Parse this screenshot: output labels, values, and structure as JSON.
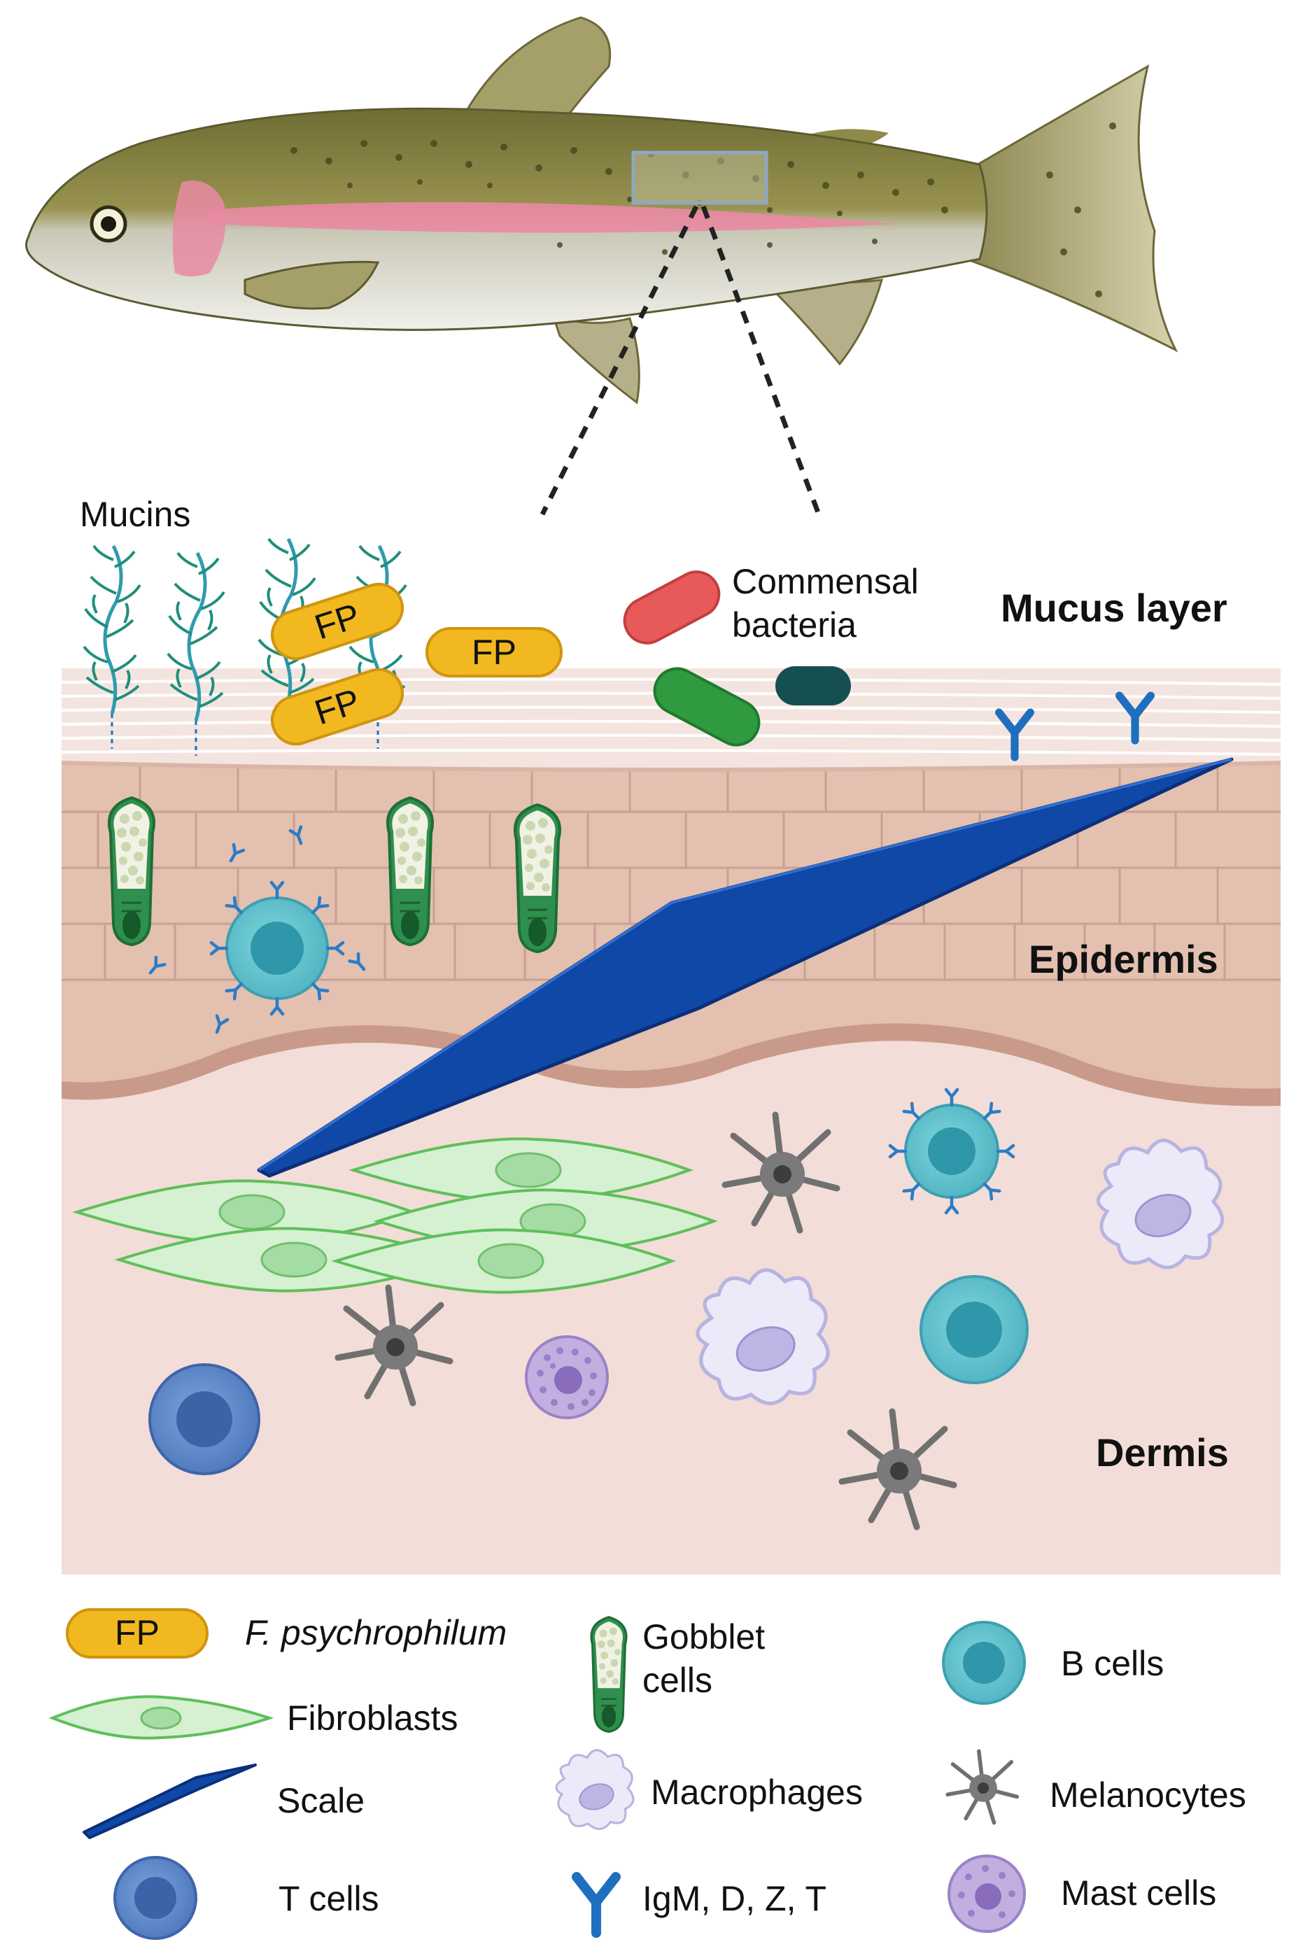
{
  "labels": {
    "mucins": "Mucins",
    "commensal_line1": "Commensal",
    "commensal_line2": "bacteria",
    "mucus_layer": "Mucus layer",
    "epidermis": "Epidermis",
    "dermis": "Dermis",
    "fp_tag": "FP"
  },
  "legend": {
    "fp": "F. psychrophilum",
    "fibroblasts": "Fibroblasts",
    "scale": "Scale",
    "t_cells": "T cells",
    "goblet_line1": "Gobblet",
    "goblet_line2": "cells",
    "macrophages": "Macrophages",
    "igm": "IgM, D, Z, T",
    "b_cells": "B cells",
    "melanocytes": "Melanocytes",
    "mast_cells": "Mast cells"
  },
  "colors": {
    "fp_yellow": "#f2b81f",
    "fibroblast_green": "#d6f0d2",
    "scale_blue": "#0f3f9a",
    "t_cell_blue": "#5a86c8",
    "b_cell_teal": "#5fc3cf",
    "macrophage_lilac": "#e4e2f6",
    "melanocyte_gray": "#6e6e6e",
    "mast_cell_purple": "#b39bd8",
    "antibody_blue": "#1e6fbf",
    "goblet_green": "#2f8f4e",
    "epidermis_tan": "#e3c0b0",
    "dermis_pink": "#f3ddd8",
    "mucus_light": "#f4e4df",
    "fish_olive": "#8f8a4a",
    "lateral_pink": "#e98aa3",
    "bacteria_red": "#e85a5a",
    "bacteria_green": "#2f9a3f",
    "bacteria_dark": "#164f52"
  }
}
